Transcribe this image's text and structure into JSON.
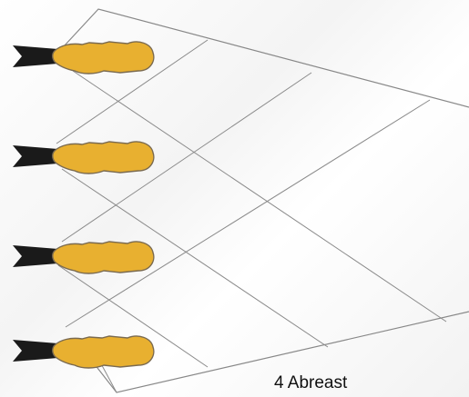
{
  "caption": "4 Abreast",
  "formation": {
    "type": "abreast",
    "count": 4
  },
  "colors": {
    "beam_line": "#888888",
    "ship_body": "#e8b030",
    "ship_outline": "#7a6a50",
    "exhaust": "#1a1a1a"
  },
  "icons": {
    "ship": "spaceship-icon"
  }
}
